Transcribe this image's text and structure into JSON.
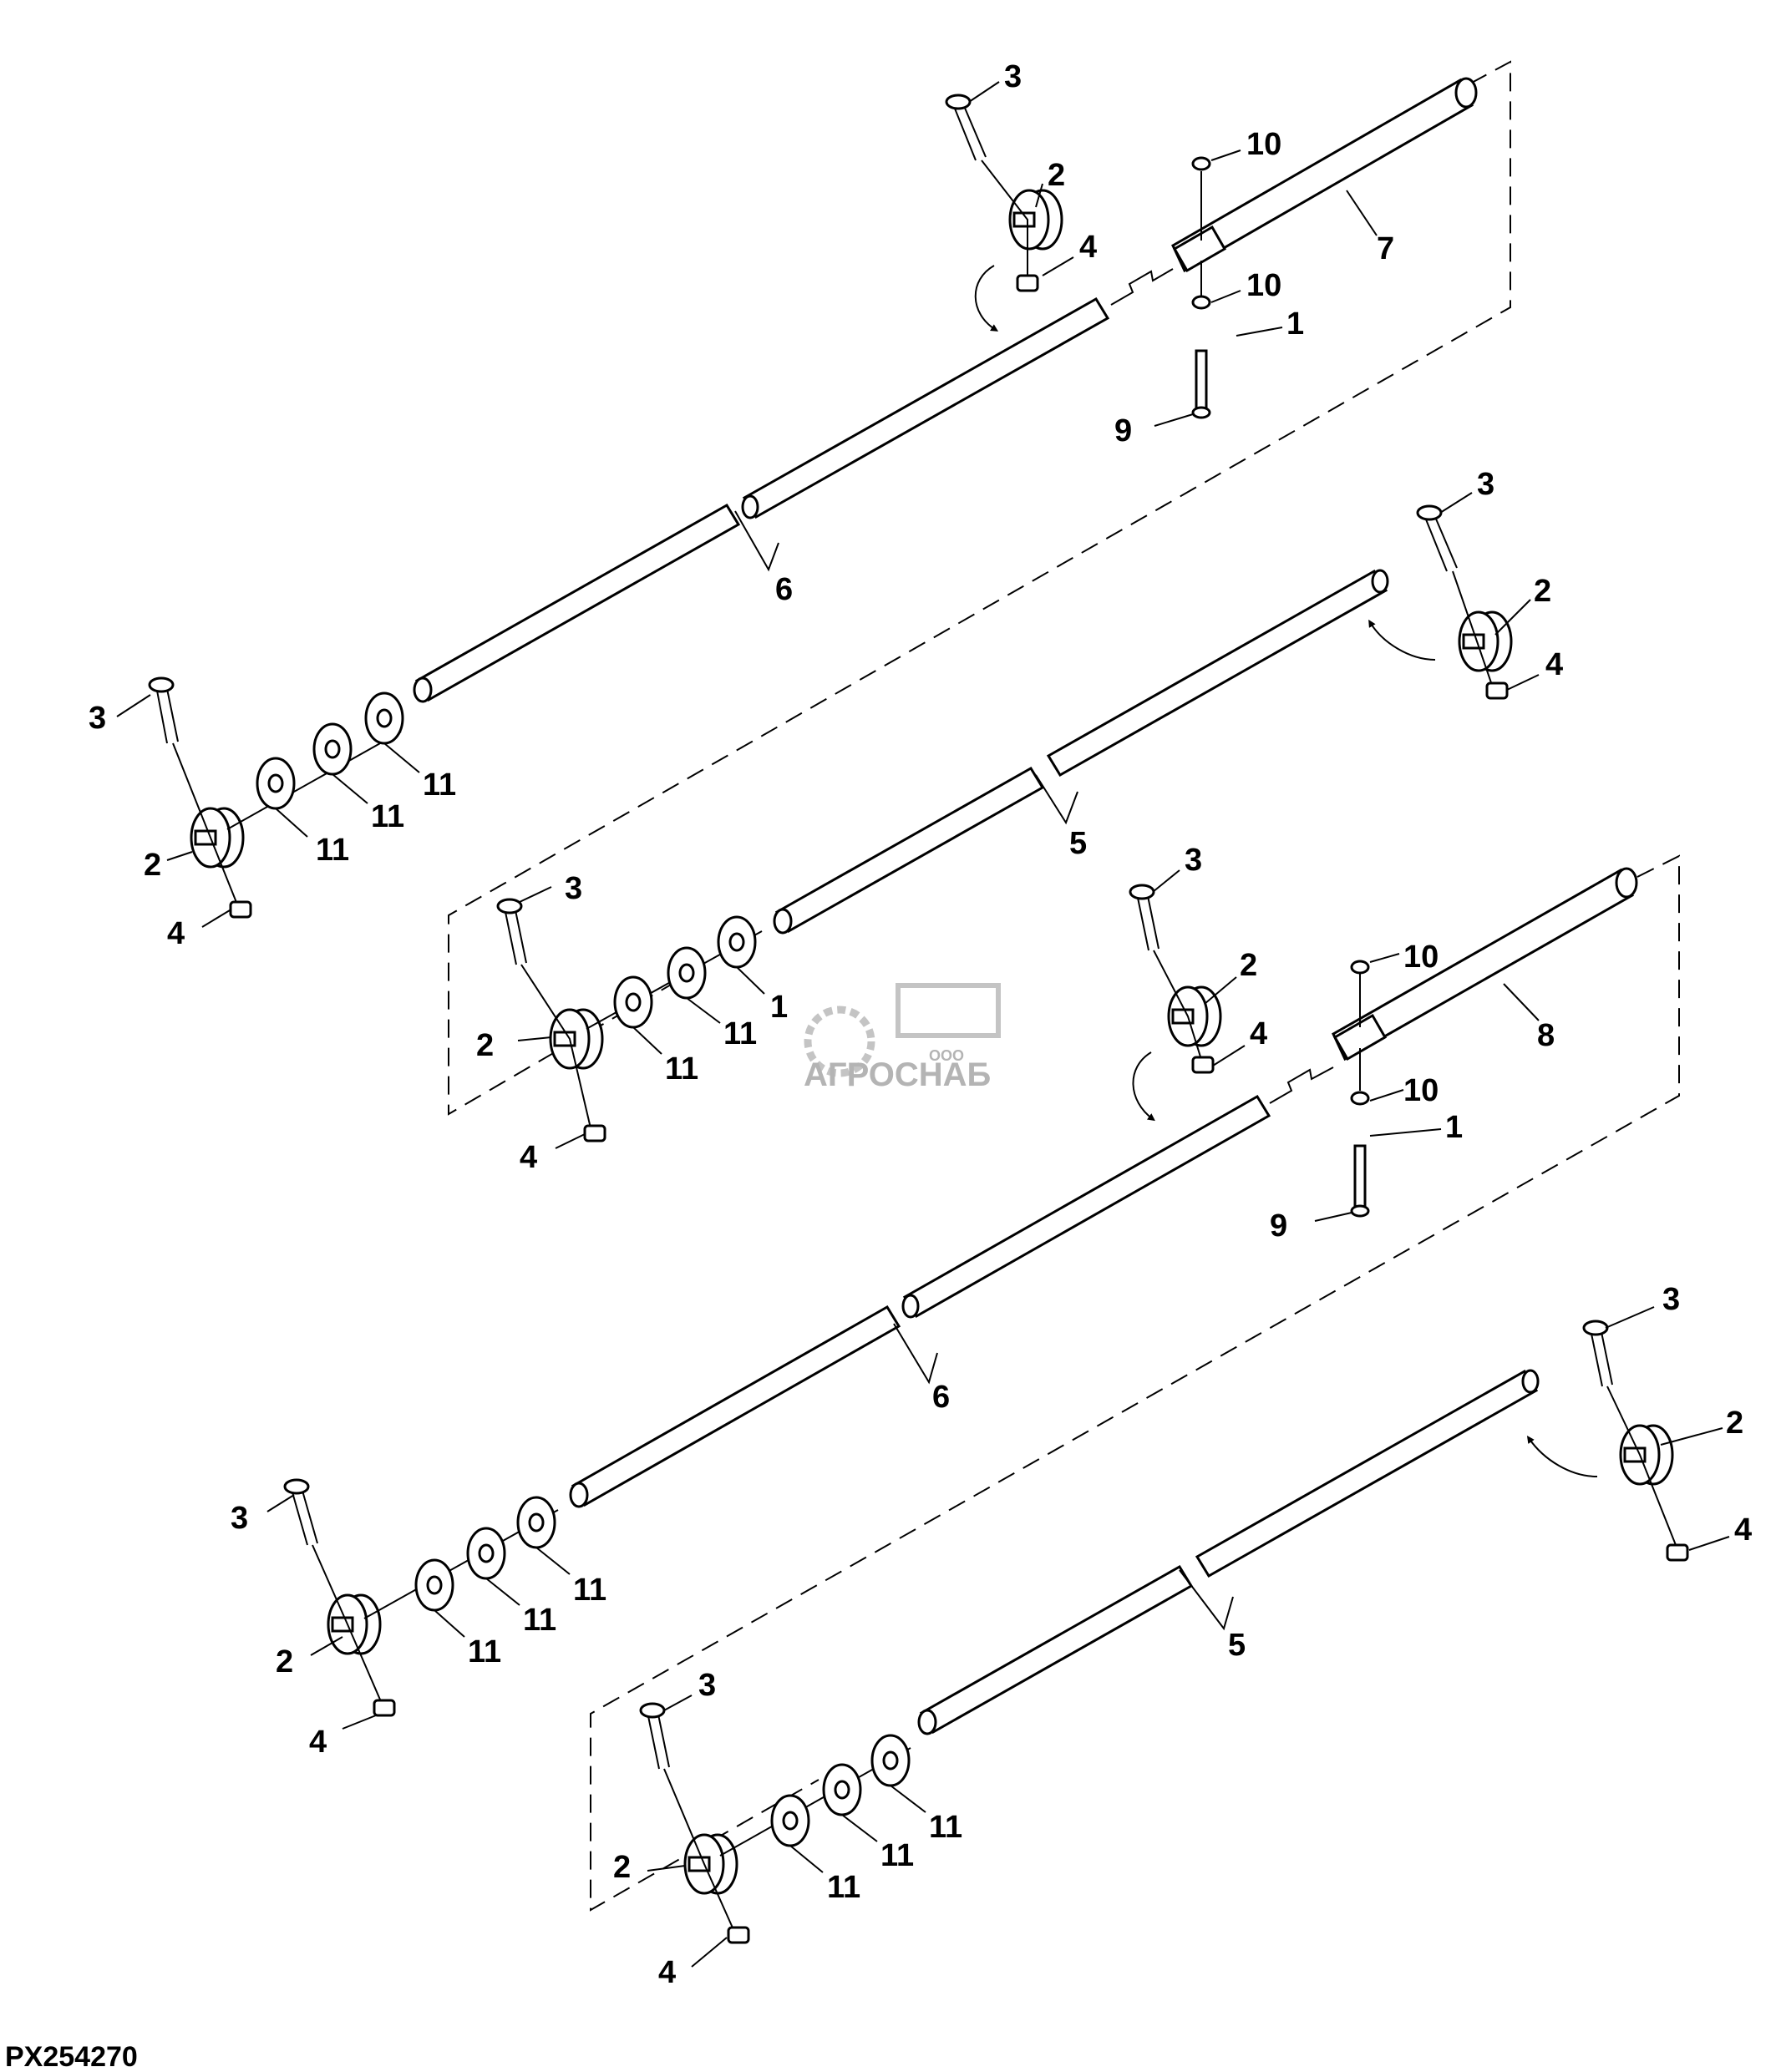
{
  "diagram": {
    "code": "PX254270",
    "watermark": {
      "small": "ООО",
      "brand": "АГРОСНАБ"
    },
    "callouts": [
      {
        "n": "3"
      },
      {
        "n": "2"
      },
      {
        "n": "4"
      },
      {
        "n": "10"
      },
      {
        "n": "7"
      },
      {
        "n": "10"
      },
      {
        "n": "1"
      },
      {
        "n": "9"
      },
      {
        "n": "6"
      },
      {
        "n": "3"
      },
      {
        "n": "2"
      },
      {
        "n": "4"
      },
      {
        "n": "3"
      },
      {
        "n": "11"
      },
      {
        "n": "11"
      },
      {
        "n": "11"
      },
      {
        "n": "2"
      },
      {
        "n": "4"
      },
      {
        "n": "5"
      },
      {
        "n": "3"
      },
      {
        "n": "11"
      },
      {
        "n": "11"
      },
      {
        "n": "1"
      },
      {
        "n": "2"
      },
      {
        "n": "4"
      },
      {
        "n": "3"
      },
      {
        "n": "2"
      },
      {
        "n": "4"
      },
      {
        "n": "10"
      },
      {
        "n": "8"
      },
      {
        "n": "10"
      },
      {
        "n": "1"
      },
      {
        "n": "9"
      },
      {
        "n": "6"
      },
      {
        "n": "3"
      },
      {
        "n": "2"
      },
      {
        "n": "4"
      },
      {
        "n": "3"
      },
      {
        "n": "11"
      },
      {
        "n": "11"
      },
      {
        "n": "11"
      },
      {
        "n": "2"
      },
      {
        "n": "4"
      },
      {
        "n": "5"
      },
      {
        "n": "3"
      },
      {
        "n": "11"
      },
      {
        "n": "11"
      },
      {
        "n": "11"
      },
      {
        "n": "2"
      },
      {
        "n": "4"
      }
    ]
  }
}
